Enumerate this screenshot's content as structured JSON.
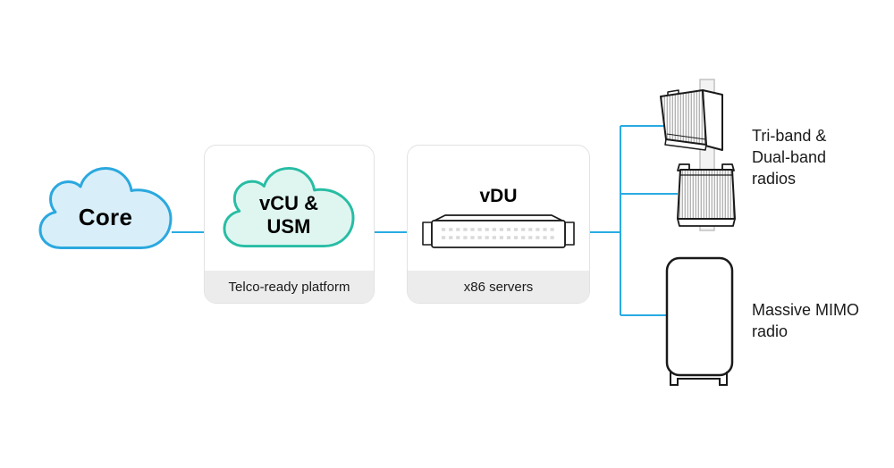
{
  "diagram": {
    "core": {
      "label": "Core"
    },
    "platform": {
      "cloud_line1": "vCU &",
      "cloud_line2": "USM",
      "footer": "Telco-ready platform"
    },
    "vdu": {
      "label": "vDU",
      "footer": "x86 servers"
    },
    "radio_labels": {
      "top_line1": "Tri-band &",
      "top_line2": "Dual-band",
      "top_line3": "radios",
      "bottom_line1": "Massive MIMO",
      "bottom_line2": "radio"
    }
  },
  "icons": {
    "core": "cloud-icon",
    "platform": "cloud-icon",
    "vdu": "rack-server-icon",
    "tri_band_radio": "panel-antenna-icon",
    "dual_band_radio": "panel-antenna-icon",
    "massive_mimo_radio": "massive-mimo-radio-icon"
  },
  "colors": {
    "core_cloud_stroke": "#2BA8DF",
    "core_cloud_fill": "#D8EFF9",
    "platform_cloud_stroke": "#27BDA4",
    "platform_cloud_fill": "#DFF6F0",
    "connector_line": "#29ABE2",
    "panel_border": "#E2E2E2",
    "panel_footer_bg": "#ECECEC",
    "icon_outline": "#1A1A1A",
    "text": "#1A1A1A"
  }
}
